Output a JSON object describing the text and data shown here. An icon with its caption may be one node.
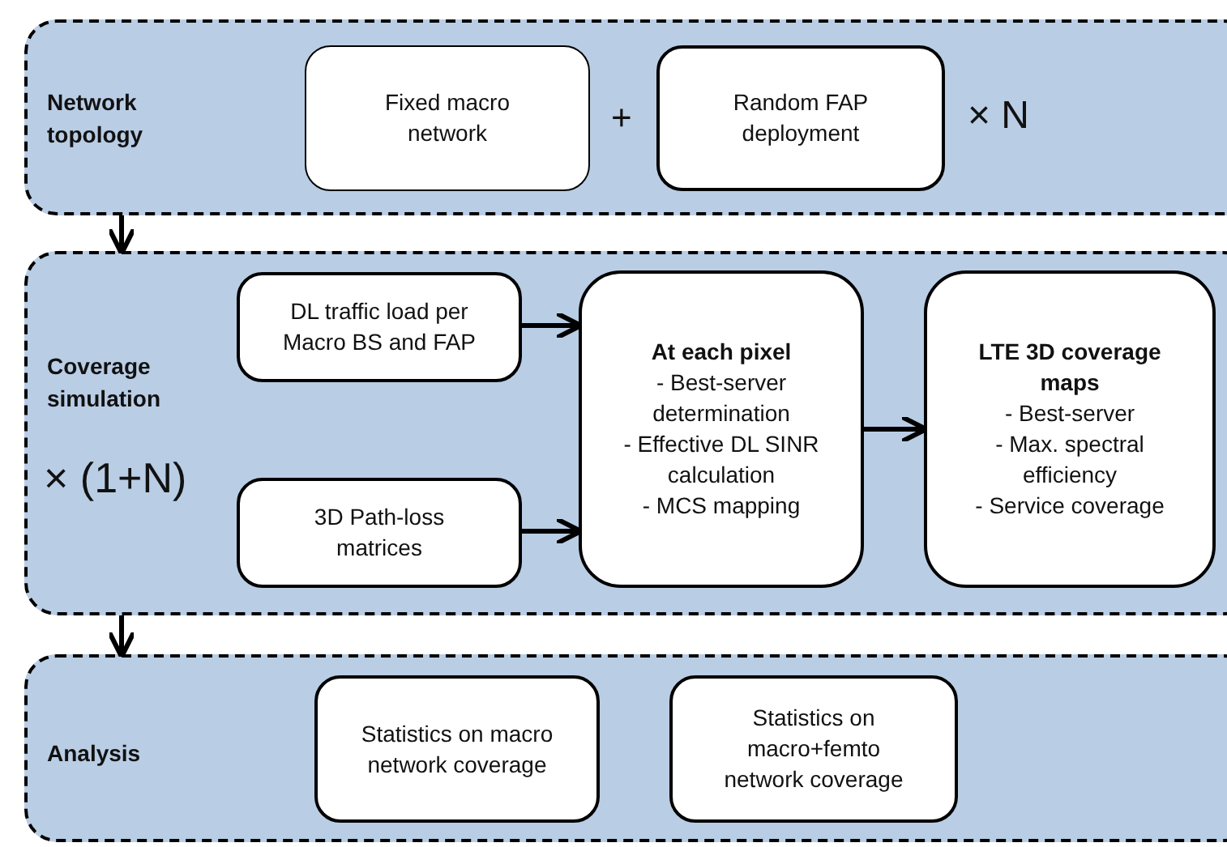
{
  "diagram": {
    "nodes": [
      {
        "text": [
          "Network topology"
        ]
      },
      {
        "text": [
          "Fixed macro network"
        ],
        "in": 0
      },
      {
        "text": [
          "Random FAP deployment"
        ],
        "in": 0
      },
      {
        "text": [
          "Coverage simulation"
        ]
      },
      {
        "text": [
          "DL traffic load per Macro BS and FAP"
        ],
        "in": 3
      },
      {
        "text": [
          "3D Path-loss matrices"
        ],
        "in": 3
      },
      {
        "text": [
          "At each pixel",
          "- Best-server determination",
          "- Effective DL SINR calculation",
          "- MCS mapping"
        ],
        "in": 3
      },
      {
        "text": [
          "LTE 3D coverage maps",
          "- Best-server",
          "- Max. spectral efficiency",
          "- Service coverage"
        ],
        "in": 3
      },
      {
        "text": [
          "Analysis"
        ]
      },
      {
        "text": [
          "Statistics on macro network coverage"
        ],
        "in": 8
      },
      {
        "text": [
          "Statistics on macro+femto network coverage"
        ],
        "in": 8
      }
    ],
    "edges": [
      {
        "from": 0,
        "to": 3,
        "arrow": "to"
      },
      {
        "from": 3,
        "to": 8,
        "arrow": "to"
      },
      {
        "from": 4,
        "to": 6,
        "arrow": "to"
      },
      {
        "from": 5,
        "to": 6,
        "arrow": "to"
      },
      {
        "from": 6,
        "to": 7,
        "arrow": "to"
      }
    ],
    "labels": [
      "+",
      "× N",
      "× (1+N)"
    ]
  }
}
